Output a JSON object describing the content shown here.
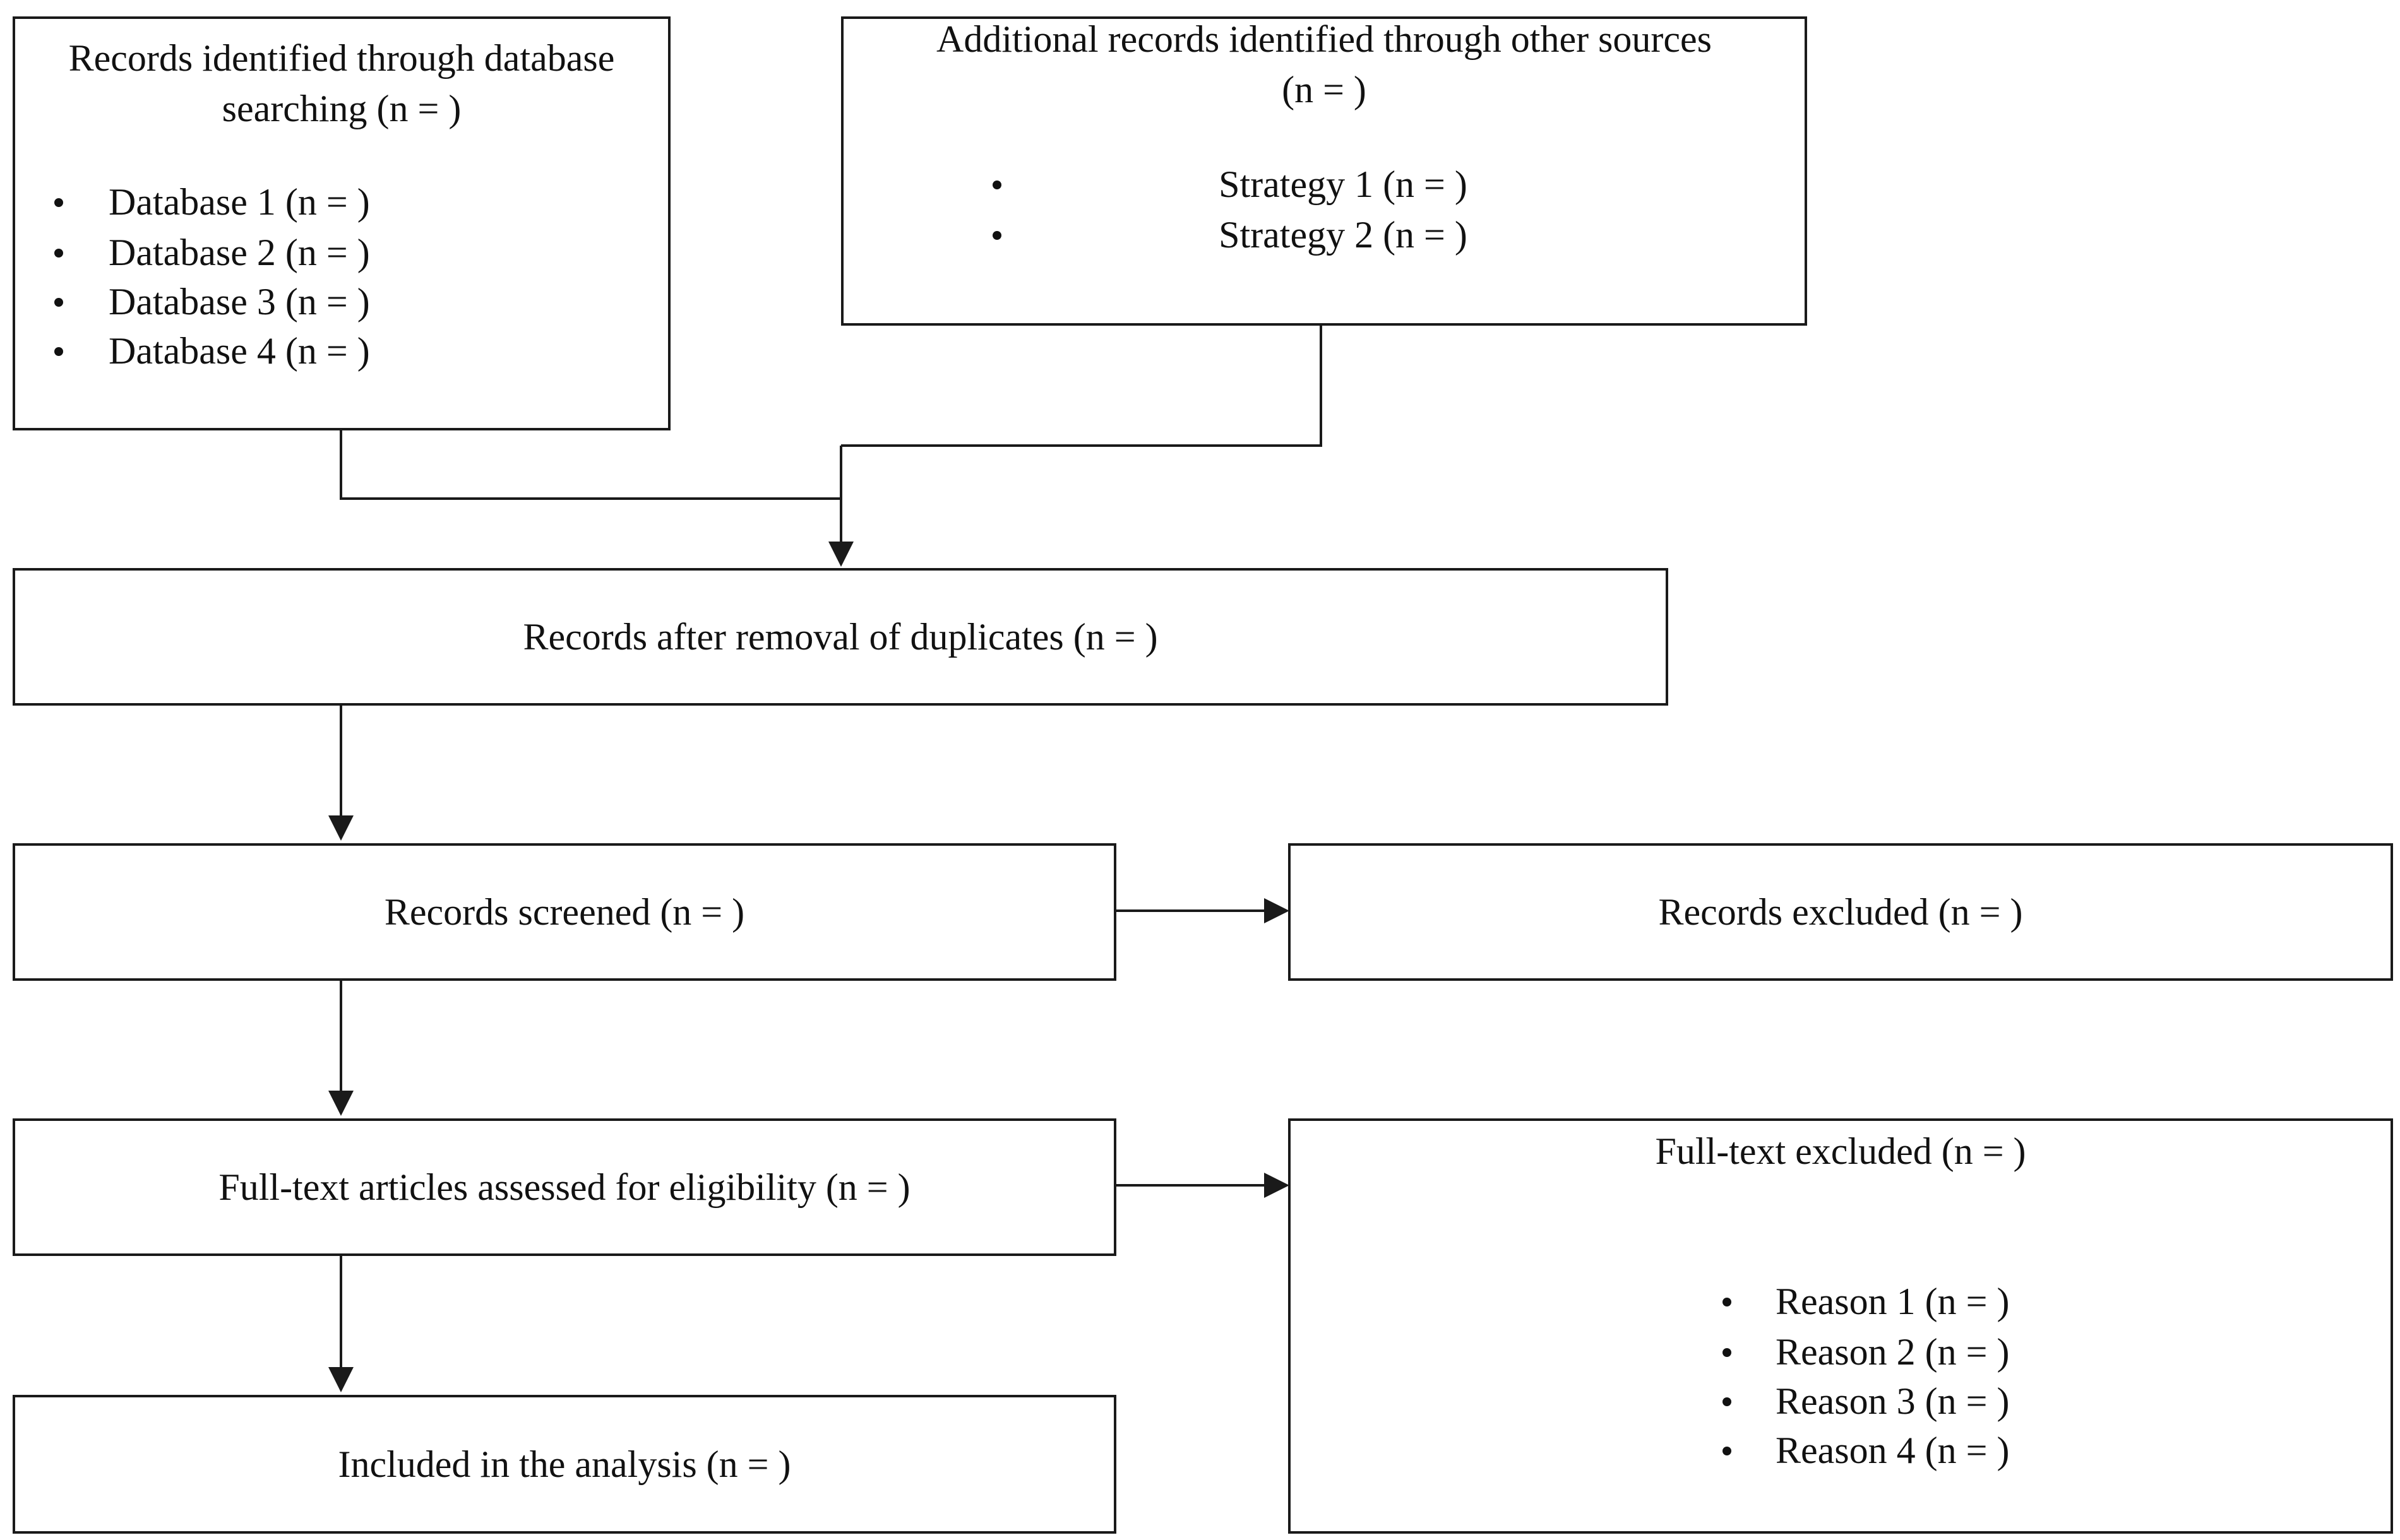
{
  "boxes": {
    "database_search": {
      "title": "Records identified through database searching (n = )",
      "title_line1": "Records identified through database",
      "title_line2": "searching (n = )",
      "items": [
        "Database 1 (n = )",
        "Database 2 (n = )",
        "Database 3 (n = )",
        "Database 4 (n = )"
      ]
    },
    "other_sources": {
      "title_line1": "Additional records identified through other sources",
      "title_line2": "(n = )",
      "items": [
        "Strategy 1 (n = )",
        "Strategy 2 (n = )"
      ]
    },
    "after_duplicates": {
      "label": "Records after removal of duplicates (n = )"
    },
    "screened": {
      "label": "Records screened (n = )"
    },
    "excluded": {
      "label": "Records excluded (n = )"
    },
    "fulltext_assessed": {
      "label": "Full-text articles assessed for eligibility (n = )"
    },
    "fulltext_excluded": {
      "label": "Full-text excluded (n = )",
      "items": [
        "Reason 1 (n = )",
        "Reason 2 (n = )",
        "Reason 3 (n = )",
        "Reason 4 (n = )"
      ]
    },
    "included": {
      "label": "Included in the analysis (n = )"
    }
  }
}
